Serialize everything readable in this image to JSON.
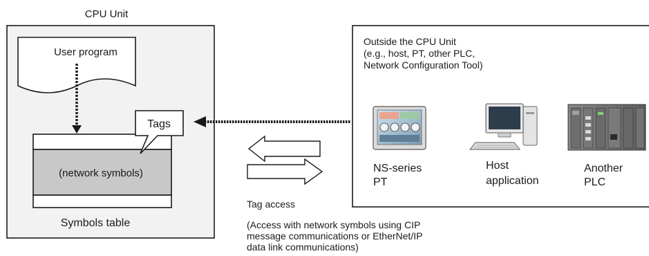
{
  "cpu_unit": {
    "title": "CPU Unit",
    "user_program": "User program",
    "tags_callout": "Tags",
    "network_symbols": "(network symbols)",
    "symbols_table": "Symbols table"
  },
  "outside": {
    "title_lines": [
      "Outside the CPU Unit",
      "(e.g., host, PT, other PLC,",
      "Network Configuration Tool)"
    ],
    "devices": [
      {
        "lines": [
          "NS-series",
          "PT"
        ],
        "icon": "ns-series-pt-icon"
      },
      {
        "lines": [
          "Host",
          "application"
        ],
        "icon": "host-computer-icon"
      },
      {
        "lines": [
          "Another",
          "PLC"
        ],
        "icon": "plc-rack-icon"
      }
    ]
  },
  "tag_access": {
    "label": "Tag access",
    "note_lines": [
      "(Access with network symbols using CIP",
      "message communications or EtherNet/IP",
      "data link communications)"
    ]
  },
  "colors": {
    "panel_bg": "#f2f2f2",
    "network_symbols_fill": "#c8c8c8",
    "line": "#1a1a1a"
  }
}
